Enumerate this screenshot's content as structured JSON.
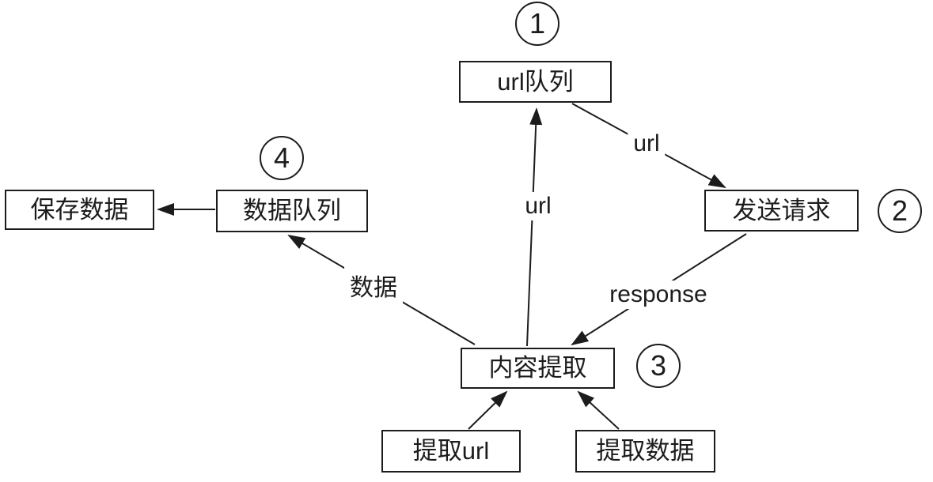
{
  "diagram": {
    "title": "crawler-flow-diagram",
    "colors": {
      "background": "#ffffff",
      "line": "#1c1c1c"
    },
    "nodes": {
      "url_queue": "url队列",
      "send_request": "发送请求",
      "content_extract": "内容提取",
      "data_queue": "数据队列",
      "save_data": "保存数据",
      "extract_url": "提取url",
      "extract_data": "提取数据"
    },
    "steps": {
      "s1": "1",
      "s2": "2",
      "s3": "3",
      "s4": "4"
    },
    "edges": {
      "url_out": "url",
      "response": "response",
      "url_back": "url",
      "data": "数据"
    }
  }
}
